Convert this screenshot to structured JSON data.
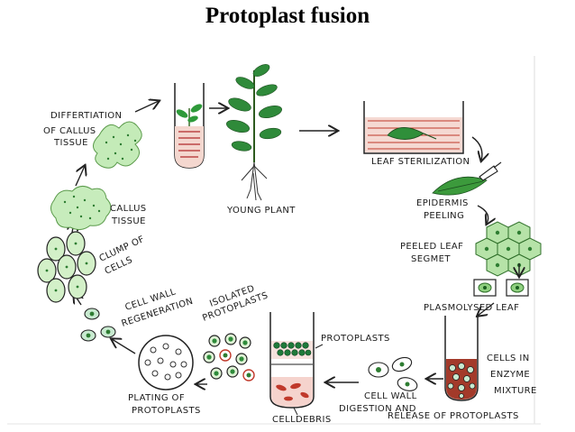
{
  "title": "Protoplast fusion",
  "labels": {
    "differentiation_1": "DIFFERTIATION",
    "differentiation_2": "OF CALLUS",
    "differentiation_3": "TISSUE",
    "young_plant": "YOUNG PLANT",
    "leaf_sterilization": "LEAF STERILIZATION",
    "epidermis_1": "EPIDERMIS",
    "epidermis_2": "PEELING",
    "peeled_leaf_1": "PEELED LEAF",
    "peeled_leaf_2": "SEGMET",
    "plasmolysed_leaf": "PLASMOLYSED LEAF",
    "cells_enzyme_1": "CELLS IN",
    "cells_enzyme_2": "ENZYME",
    "cells_enzyme_3": "MIXTURE",
    "cell_wall": "CELL WALL",
    "digestion_1": "DIGESTION AND",
    "digestion_2": "RELEASE OF PROTOPLASTS",
    "cell_debris": "CELLDEBRIS",
    "protoplasts": "PROTOPLASTS",
    "isolated_1": "ISOLATED",
    "isolated_2": "PROTOPLASTS",
    "plating_1": "PLATING OF",
    "plating_2": "PROTOPLASTS",
    "regeneration_1": "CELL WALL",
    "regeneration_2": "REGENERATION",
    "clump_1": "CLUMP OF",
    "clump_2": "CELLS",
    "callus_1": "CALLUS",
    "callus_2": "TISSUE"
  }
}
